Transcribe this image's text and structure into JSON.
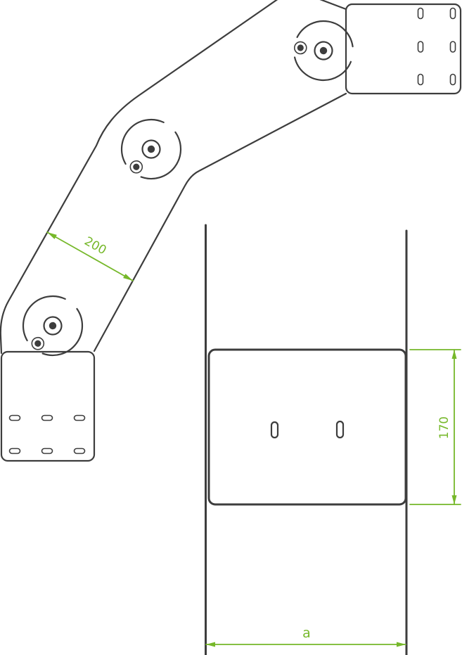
{
  "drawing": {
    "type": "technical-drawing-adjustable-bend",
    "colors": {
      "line": "#3d3d3d",
      "dimension": "#76b82a",
      "background": "#ffffff"
    },
    "dimensions": {
      "segment_width": {
        "label": "200"
      },
      "side_height": {
        "label": "170"
      },
      "length": {
        "label": "a"
      }
    }
  }
}
